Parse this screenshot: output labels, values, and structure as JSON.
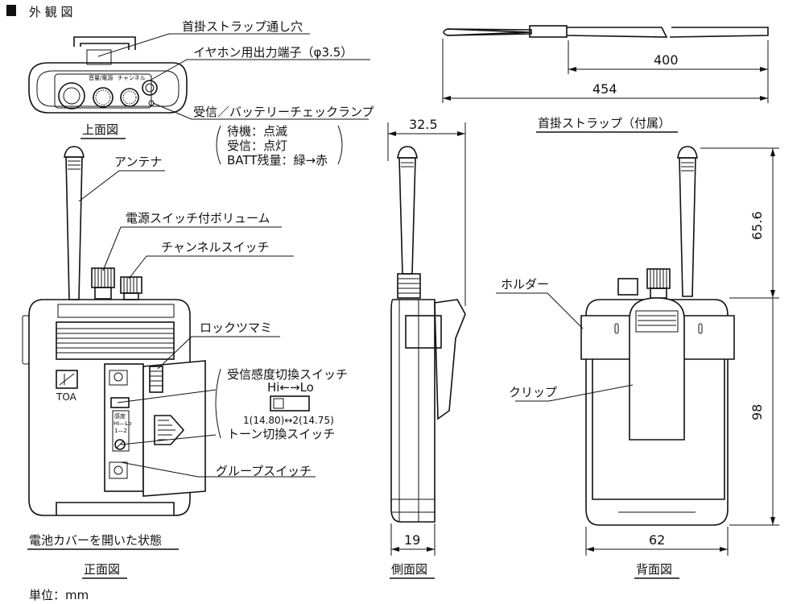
{
  "header": {
    "title": "外 観 図"
  },
  "top_view": {
    "caption": "上面図",
    "callouts": {
      "strap_hole": "首掛ストラップ通し穴",
      "earphone_jack": "イヤホン用出力端子（φ3.5）",
      "lamp": "受信／バッテリーチェックランプ"
    },
    "lamp_states": [
      "待機：点滅",
      "受信：点灯",
      "BATT残量：緑→赤"
    ]
  },
  "front_view": {
    "caption": "正面図",
    "subcaption": "電池カバーを開いた状態",
    "logo": "TOA",
    "callouts": {
      "antenna": "アンテナ",
      "volume": "電源スイッチ付ボリューム",
      "channel": "チャンネルスイッチ",
      "lock": "ロックツマミ",
      "sensitivity": "受信感度切換スイッチ",
      "sensitivity_sub": "Hi←→Lo",
      "tone_values": "1(14.80)↔2(14.75)",
      "tone": "トーン切換スイッチ",
      "group": "グループスイッチ"
    }
  },
  "strap_view": {
    "caption": "首掛ストラップ（付属）",
    "dims": {
      "inner": "400",
      "total": "454"
    }
  },
  "side_view": {
    "caption": "側面図",
    "dims": {
      "width": "32.5",
      "depth": "19"
    }
  },
  "back_view": {
    "caption": "背面図",
    "callouts": {
      "holder": "ホルダー",
      "clip": "クリップ"
    },
    "dims": {
      "antenna": "65.6",
      "body": "98",
      "width": "62"
    }
  },
  "footer": {
    "unit": "単位：mm"
  }
}
